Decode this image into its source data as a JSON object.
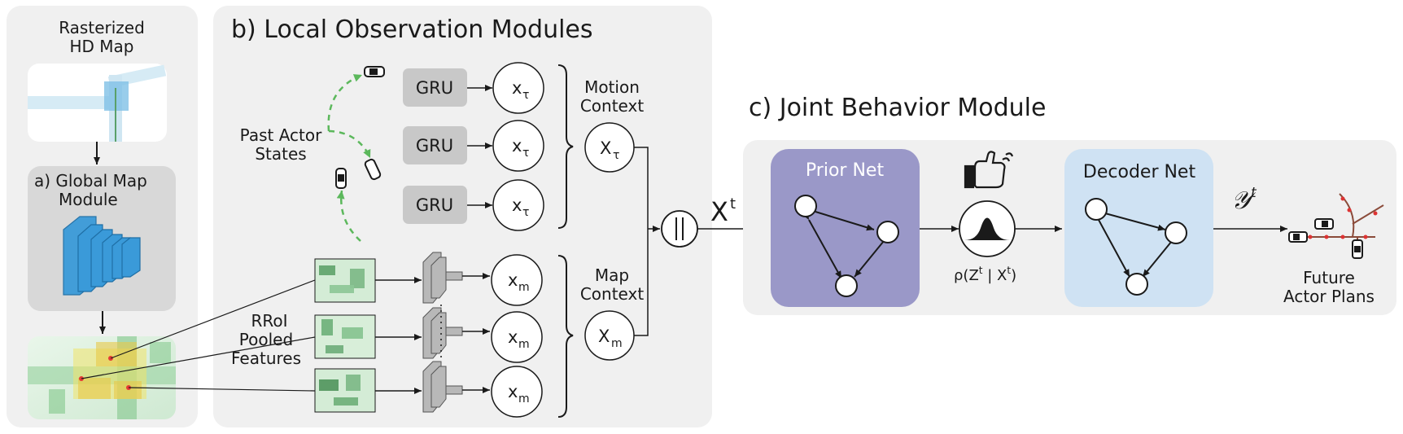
{
  "section_a": {
    "map_label_line1": "Rasterized",
    "map_label_line2": "HD Map",
    "module_line1": "a)  Global Map",
    "module_line2": "Module"
  },
  "section_b": {
    "title": "b) Local Observation Modules",
    "past_states_line1": "Past Actor",
    "past_states_line2": "States",
    "gru_labels": [
      "GRU",
      "GRU",
      "GRU"
    ],
    "x_tau_label": "x",
    "x_tau_sub": "τ",
    "x_m_label": "x",
    "x_m_sub": "m",
    "motion_context_line1": "Motion",
    "motion_context_line2": "Context",
    "map_context_line1": "Map",
    "map_context_line2": "Context",
    "motion_context_node": "X",
    "motion_context_sub": "τ",
    "map_context_node": "X",
    "map_context_sub": "m",
    "rroi_line1": "RRoI",
    "rroi_line2": "Pooled",
    "rroi_line3": "Features"
  },
  "section_c": {
    "title": "c) Joint Behavior Module",
    "concat_output": "X",
    "concat_output_sup": "t",
    "prior_net": "Prior Net",
    "distribution": "ρ(Z",
    "distribution_sup1": "t",
    "distribution_mid": " | X",
    "distribution_sup2": "t",
    "distribution_end": ")",
    "decoder_net": "Decoder Net",
    "output_symbol": "𝒴",
    "output_sup": "t",
    "future_line1": "Future",
    "future_line2": "Actor Plans"
  },
  "colors": {
    "panel_bg": "#f0f0f0",
    "module_bg": "#d8d8d8",
    "gru_bg": "#c8c8c8",
    "cnn_blue": "#3a9ad9",
    "prior_net": "#9a98c8",
    "decoder_net": "#cfe2f3",
    "arrow_green": "#4caf50",
    "heat_red": "#e53935"
  },
  "icons": [
    "car-icon",
    "sampling-hand-icon",
    "gaussian-icon",
    "concat-icon",
    "cnn-block-icon"
  ]
}
